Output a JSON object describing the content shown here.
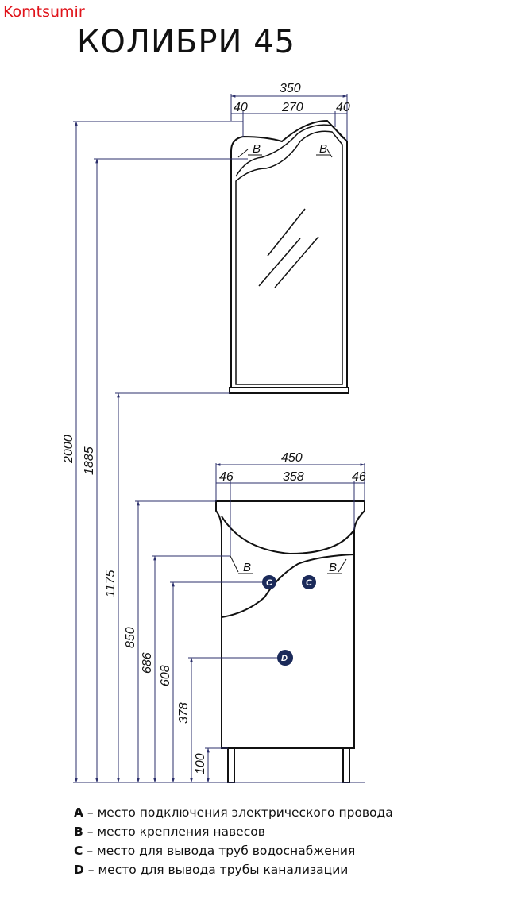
{
  "brand": "Komtsumir",
  "title": "КОЛИБРИ  45",
  "mirror": {
    "dims": {
      "total_width": "350",
      "side_left": "40",
      "center": "270",
      "side_right": "40"
    },
    "labels": {
      "b_left": "B",
      "b_right": "B"
    }
  },
  "cabinet": {
    "dims": {
      "total_width": "450",
      "side_left": "46",
      "center": "358",
      "side_right": "46"
    },
    "labels": {
      "b_left": "B",
      "b_right": "B",
      "c_left": "C",
      "c_right": "C",
      "d": "D"
    }
  },
  "heights": [
    "2000",
    "1885",
    "1175",
    "850",
    "686",
    "608",
    "378",
    "100"
  ],
  "colors": {
    "line": "#111111",
    "dim_line": "#2b2f6b",
    "badge": "#1b2a5a",
    "brand": "#e0141b"
  },
  "legend": [
    {
      "key": "A",
      "text": " – место подключения электрического провода"
    },
    {
      "key": "B",
      "text": " – место крепления навесов"
    },
    {
      "key": "C",
      "text": " – место для вывода труб водоснабжения"
    },
    {
      "key": "D",
      "text": " – место для вывода трубы канализации"
    }
  ]
}
